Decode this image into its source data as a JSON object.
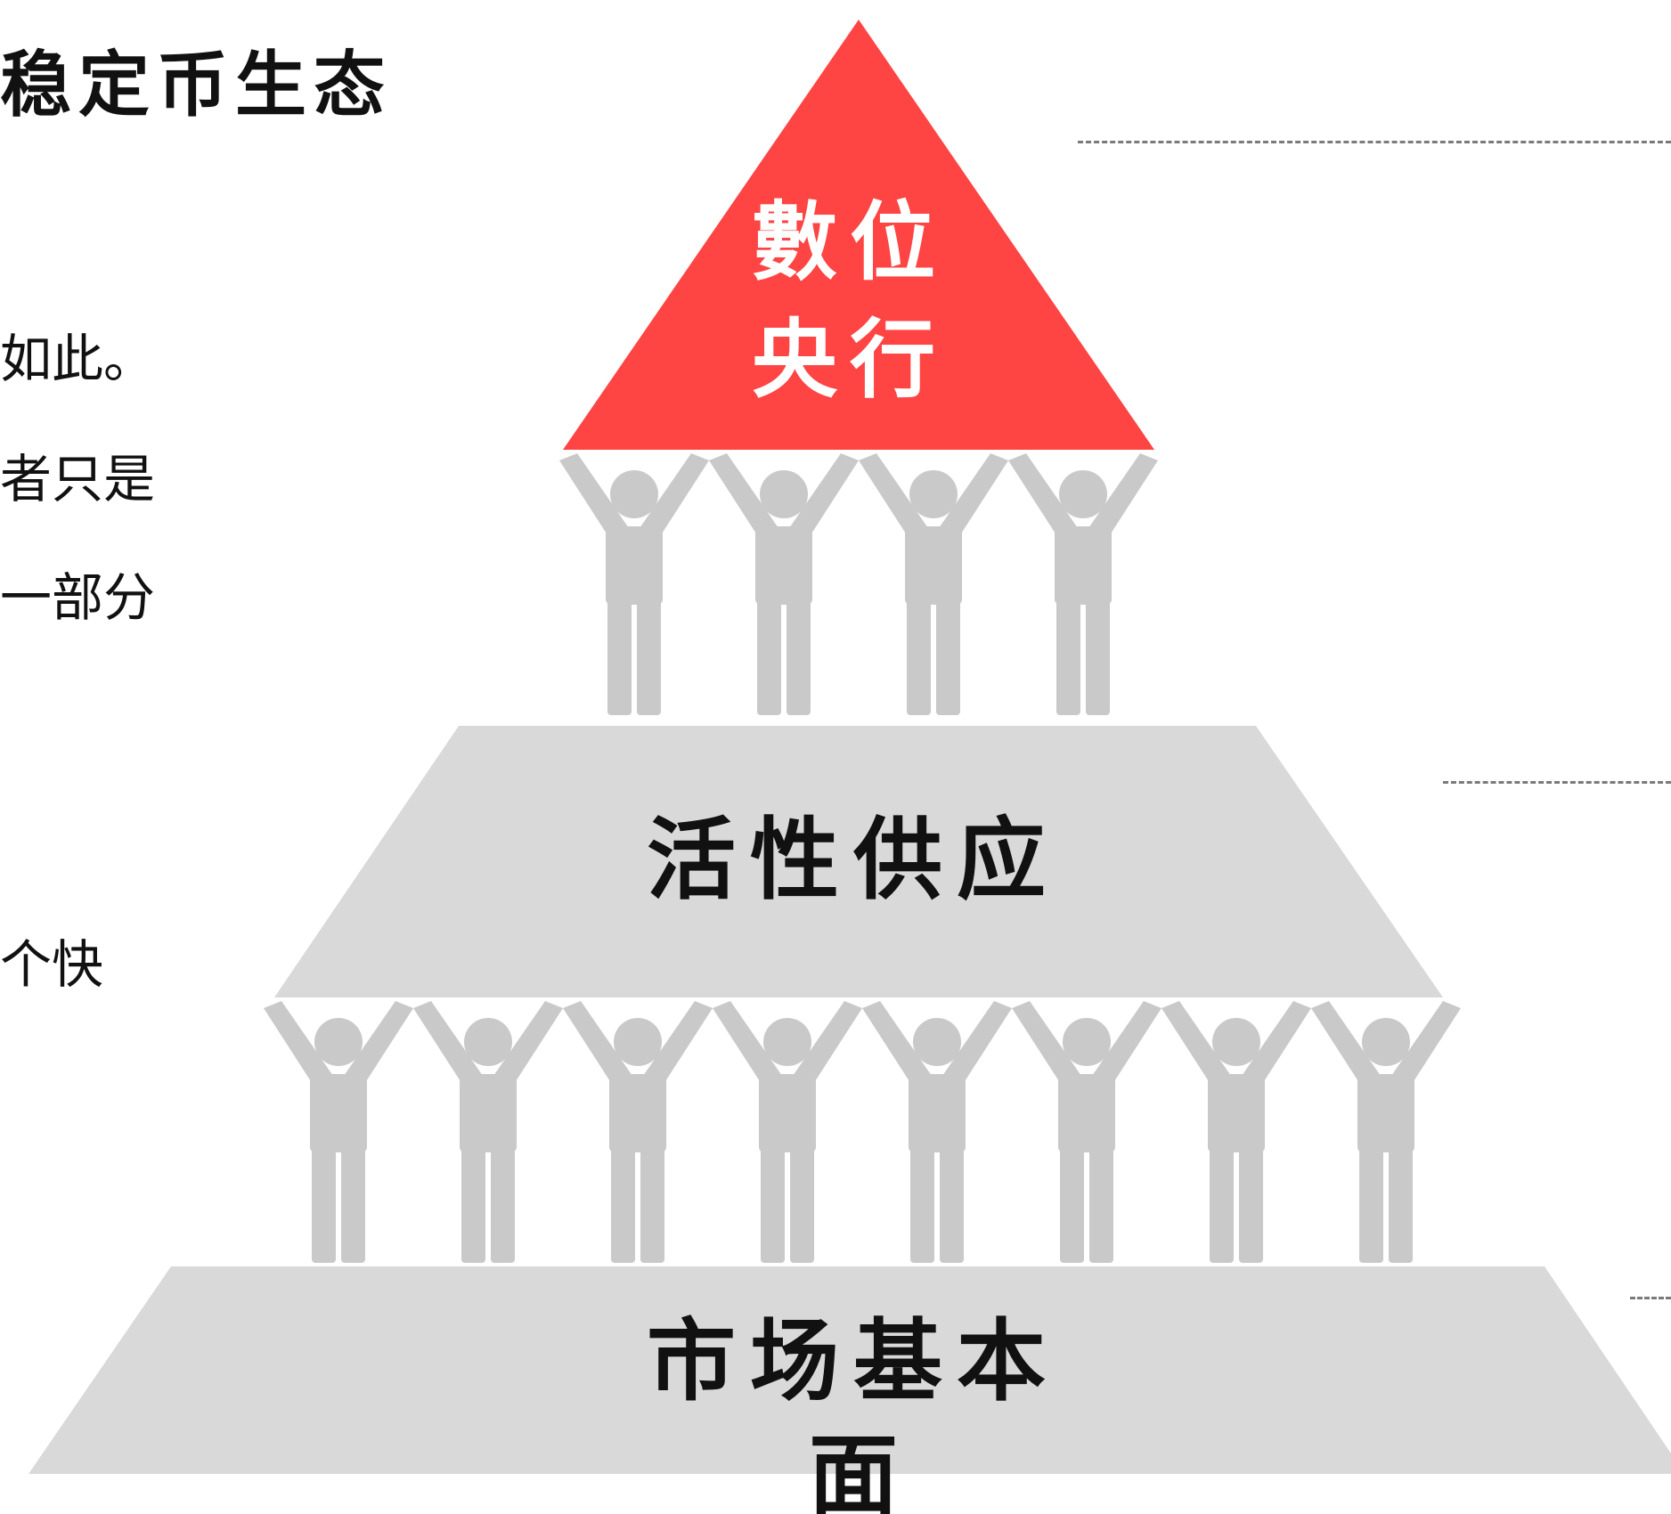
{
  "title": "稳定币生态",
  "body_text": [
    "如此。",
    "者只是",
    "一部分",
    "个快"
  ],
  "pyramid": {
    "top_label_lines": [
      "數位",
      "央行"
    ],
    "middle_label": "活性供应",
    "bottom_label_lines": [
      "市场基本",
      "面"
    ]
  },
  "colors": {
    "top_fill": "#ff4444",
    "tier_fill": "#d9d9d9",
    "figure_fill": "#c9c9c9",
    "top_text": "#ffffff",
    "tier_text": "#111111"
  }
}
